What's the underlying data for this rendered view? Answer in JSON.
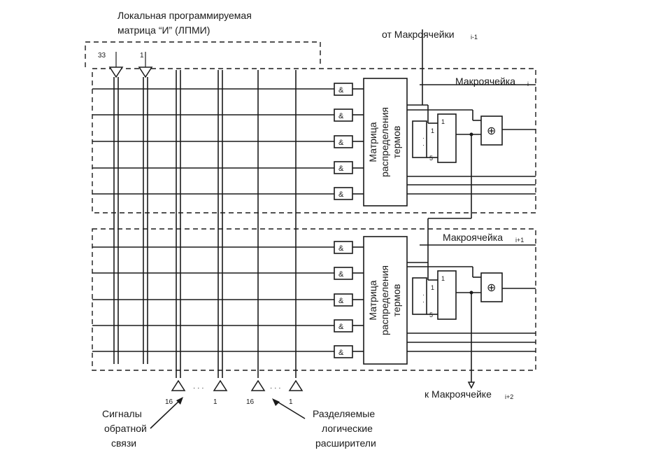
{
  "title_line1": "Локальная программируемая",
  "title_line2": "матрица “И” (ЛПМИ)",
  "from_prev_label": "от Макроячейки",
  "from_prev_sub": "i-1",
  "macrocell_i_label": "Макроячейка",
  "macrocell_i_sub": "i",
  "macrocell_i1_label": "Макроячейка",
  "macrocell_i1_sub": "i+1",
  "to_next_label": "к Макроячейке",
  "to_next_sub": "i+2",
  "input_33": "33",
  "input_1": "1",
  "distribution_matrix": [
    "Матрица",
    "распределения",
    "термов"
  ],
  "and_gate": "&",
  "xor_symbol": "⊕",
  "or_in_top": "1",
  "or_in_bottom": "5",
  "buf_16": "16",
  "buf_1": "1",
  "feedback_label": [
    "Сигналы",
    "обратной",
    "связи"
  ],
  "expanders_label": [
    "Разделяемые",
    "логические",
    "расширители"
  ]
}
